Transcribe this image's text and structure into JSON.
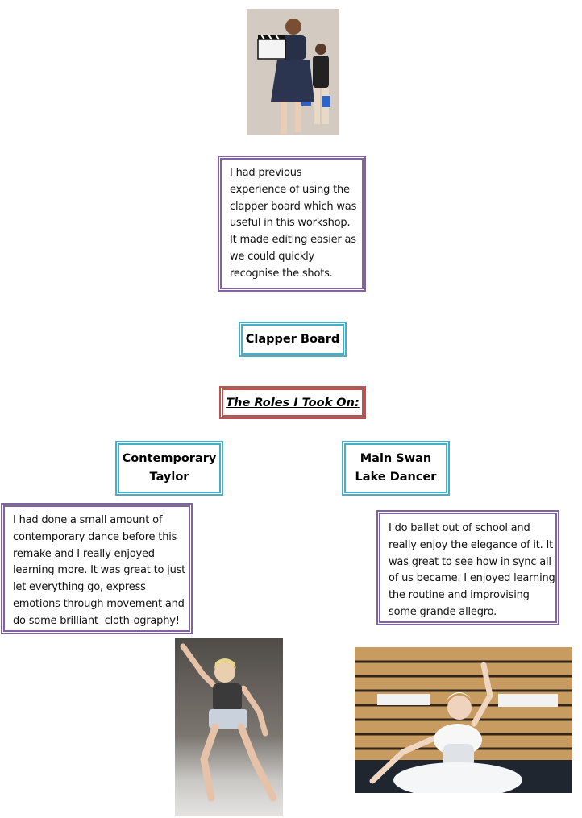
{
  "top_note": {
    "lines": [
      "I had previous",
      "experience of using the",
      "clapper board which was",
      "useful in this workshop.",
      "It made editing easier as",
      "we could quickly",
      "recognise the shots."
    ]
  },
  "clapper_label": "Clapper Board",
  "roles_heading": "The Roles I Took On:",
  "roles": [
    {
      "title_lines": [
        "Contemporary",
        "Taylor"
      ],
      "note_lines": [
        "I had done a small amount of",
        "contemporary dance before this",
        "remake and I really enjoyed",
        "learning more. It was great to just",
        "let everything go, express",
        "emotions through movement and",
        "do some brilliant  cloth-ography!"
      ]
    },
    {
      "title_lines": [
        "Main Swan",
        "Lake Dancer"
      ],
      "note_lines": [
        "I do ballet out of school and",
        "really enjoy the elegance of it. It",
        "was great to see how in sync all",
        "of us became. I enjoyed learning",
        "the routine and improvising",
        "some grande allegro."
      ]
    }
  ],
  "colors": {
    "purple_frame": "#8064a2",
    "teal_frame": "#4bacc6",
    "red_frame": "#c0504d"
  }
}
